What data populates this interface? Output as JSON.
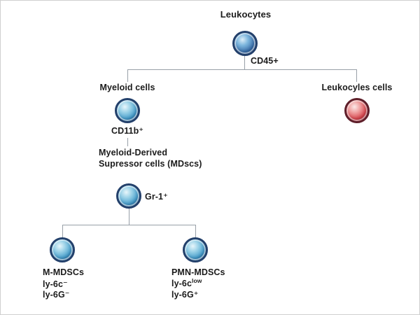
{
  "diagram": {
    "root": {
      "title": "Leukocytes",
      "marker": "CD45+"
    },
    "myeloid": {
      "title": "Myeloid cells",
      "marker": "CD11b⁺"
    },
    "leukocyles": {
      "title": "Leukocyles cells"
    },
    "mdsc": {
      "title_line1": "Myeloid-Derived",
      "title_line2": "Supressor cells (MDscs)",
      "marker": "Gr-1⁺"
    },
    "m_mdsc": {
      "title": "M-MDSCs",
      "marker1": "ly-6c⁻",
      "marker2": "ly-6G⁻"
    },
    "pmn_mdsc": {
      "title": "PMN-MDSCs",
      "marker1_base": "ly-6c",
      "marker1_sup": "low",
      "marker2": "ly-6G⁺"
    }
  },
  "colors": {
    "blue_cell_ring": "#23406b",
    "blue_cell_fill": "#49a0cc",
    "red_cell_ring": "#5e1f2a",
    "red_cell_fill": "#d94b52",
    "connector": "#98a0a8",
    "text": "#1b1b1b"
  }
}
